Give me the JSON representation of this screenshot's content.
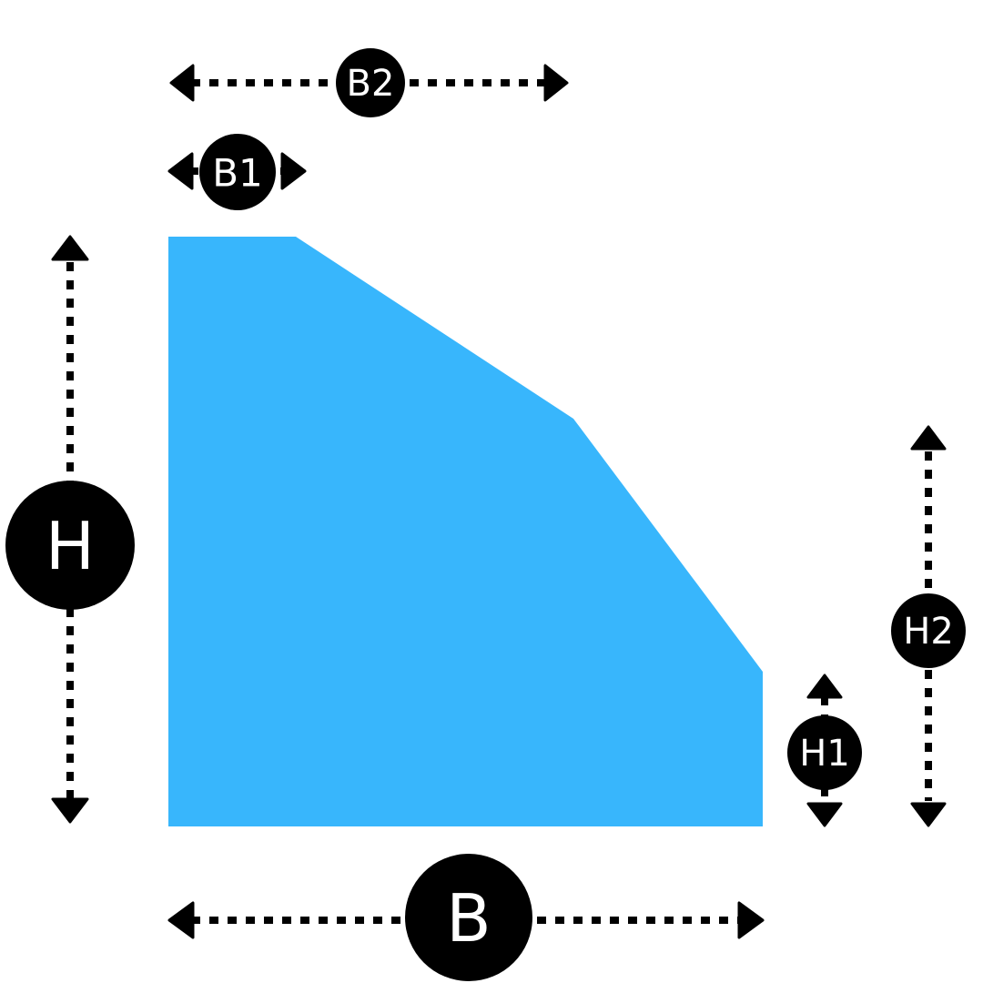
{
  "colors": {
    "shape_fill": "#38b6fc",
    "dimension": "#000000",
    "label_text": "#ffffff",
    "background": "#ffffff"
  },
  "labels": {
    "b2": "B2",
    "b1": "B1",
    "h": "H",
    "h2": "H2",
    "h1": "H1",
    "b": "B"
  }
}
